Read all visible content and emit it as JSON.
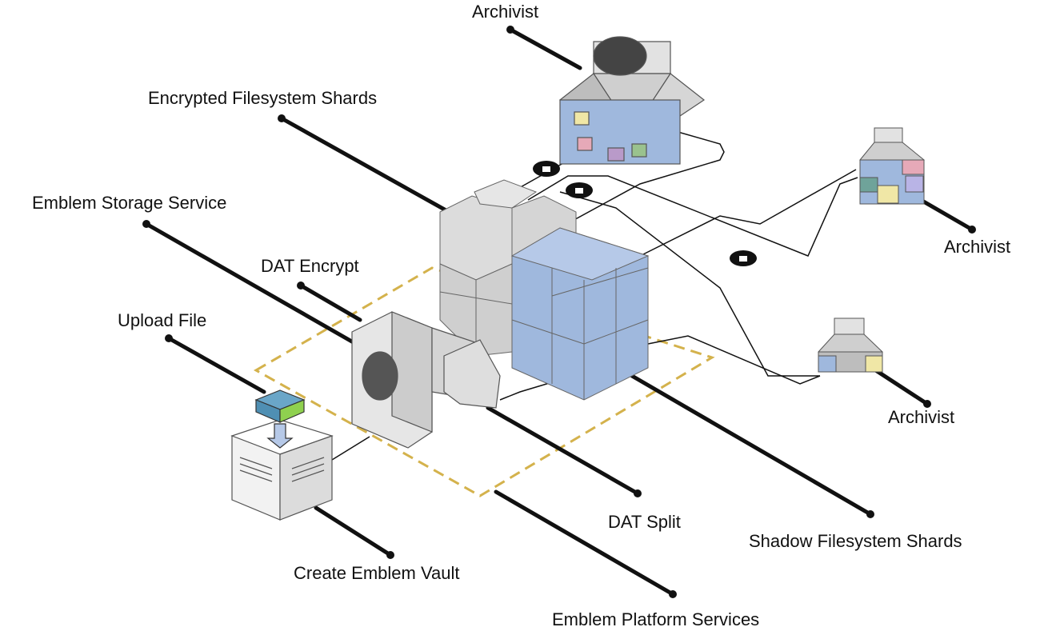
{
  "labels": {
    "archivist_top": "Archivist",
    "encrypted_shards": "Encrypted Filesystem Shards",
    "storage_service": "Emblem Storage Service",
    "dat_encrypt": "DAT Encrypt",
    "upload_file": "Upload File",
    "archivist_right": "Archivist",
    "archivist_bottom": "Archivist",
    "create_vault": "Create Emblem Vault",
    "dat_split": "DAT Split",
    "shadow_shards": "Shadow Filesystem Shards",
    "platform_services": "Emblem Platform Services"
  },
  "colors": {
    "leader": "#111111",
    "dashed_boundary": "#d4b24c",
    "gray_block": "#dcdcdc",
    "blue_block": "#9fb8dd",
    "vault": "#f2f2f2",
    "upload_icon": "#6aa6c8",
    "upload_stripe": "#8fd14f"
  },
  "icons": {
    "lock": "lock-icon",
    "upload": "upload-file-icon",
    "encrypt": "encrypt-machine-icon",
    "split": "split-machine-icon",
    "archivist": "archivist-node-icon",
    "vault": "vault-server-icon"
  }
}
